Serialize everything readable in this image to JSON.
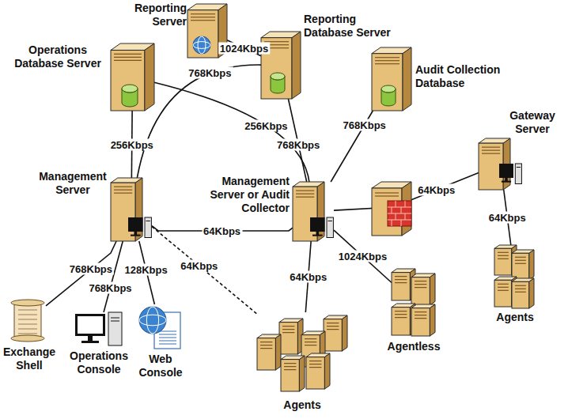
{
  "diagram": {
    "nodes": [
      {
        "text": [
          "Reporting Server"
        ]
      },
      {
        "text": [
          "Reporting Database Server"
        ]
      },
      {
        "text": [
          "Operations Database Server"
        ]
      },
      {
        "text": [
          "Audit Collection Database"
        ]
      },
      {
        "text": [
          "Gateway Server"
        ]
      },
      {
        "text": [
          "Management Server"
        ]
      },
      {
        "text": [
          "Management Server or Audit Collector"
        ]
      },
      {
        "text": [
          "Agents"
        ]
      },
      {
        "text": [
          "Exchange Shell"
        ]
      },
      {
        "text": [
          "Operations Console"
        ]
      },
      {
        "text": [
          "Web Console"
        ]
      },
      {
        "text": [
          "Agentless"
        ]
      },
      {
        "text": [
          "Agents"
        ]
      }
    ],
    "edges": [
      {
        "from": 0,
        "to": 1,
        "arrow": "none",
        "label": "1024Kbps"
      },
      {
        "from": 5,
        "to": 1,
        "arrow": "none",
        "label": "768Kbps"
      },
      {
        "from": 2,
        "to": 5,
        "arrow": "none",
        "label": "256Kbps"
      },
      {
        "from": 2,
        "to": 6,
        "arrow": "none",
        "label": "256Kbps"
      },
      {
        "from": 1,
        "to": 6,
        "arrow": "none",
        "label": "768Kbps"
      },
      {
        "from": 3,
        "to": 6,
        "arrow": "none",
        "label": "768Kbps"
      },
      {
        "from": 5,
        "to": 6,
        "arrow": "none",
        "label": "64Kbps"
      },
      {
        "from": 6,
        "to": 4,
        "arrow": "none",
        "label": "64Kbps"
      },
      {
        "from": 4,
        "to": 7,
        "arrow": "none",
        "label": "64Kbps"
      },
      {
        "from": 6,
        "to": 11,
        "arrow": "none",
        "label": "1024Kbps"
      },
      {
        "from": 6,
        "to": 12,
        "arrow": "none",
        "label": "64Kbps"
      },
      {
        "from": 5,
        "to": 12,
        "arrow": "none",
        "label": "64Kbps"
      },
      {
        "from": 5,
        "to": 8,
        "arrow": "none",
        "label": "768Kbps"
      },
      {
        "from": 5,
        "to": 9,
        "arrow": "none",
        "label": "768Kbps"
      },
      {
        "from": 5,
        "to": 10,
        "arrow": "none",
        "label": "128Kbps"
      }
    ]
  }
}
